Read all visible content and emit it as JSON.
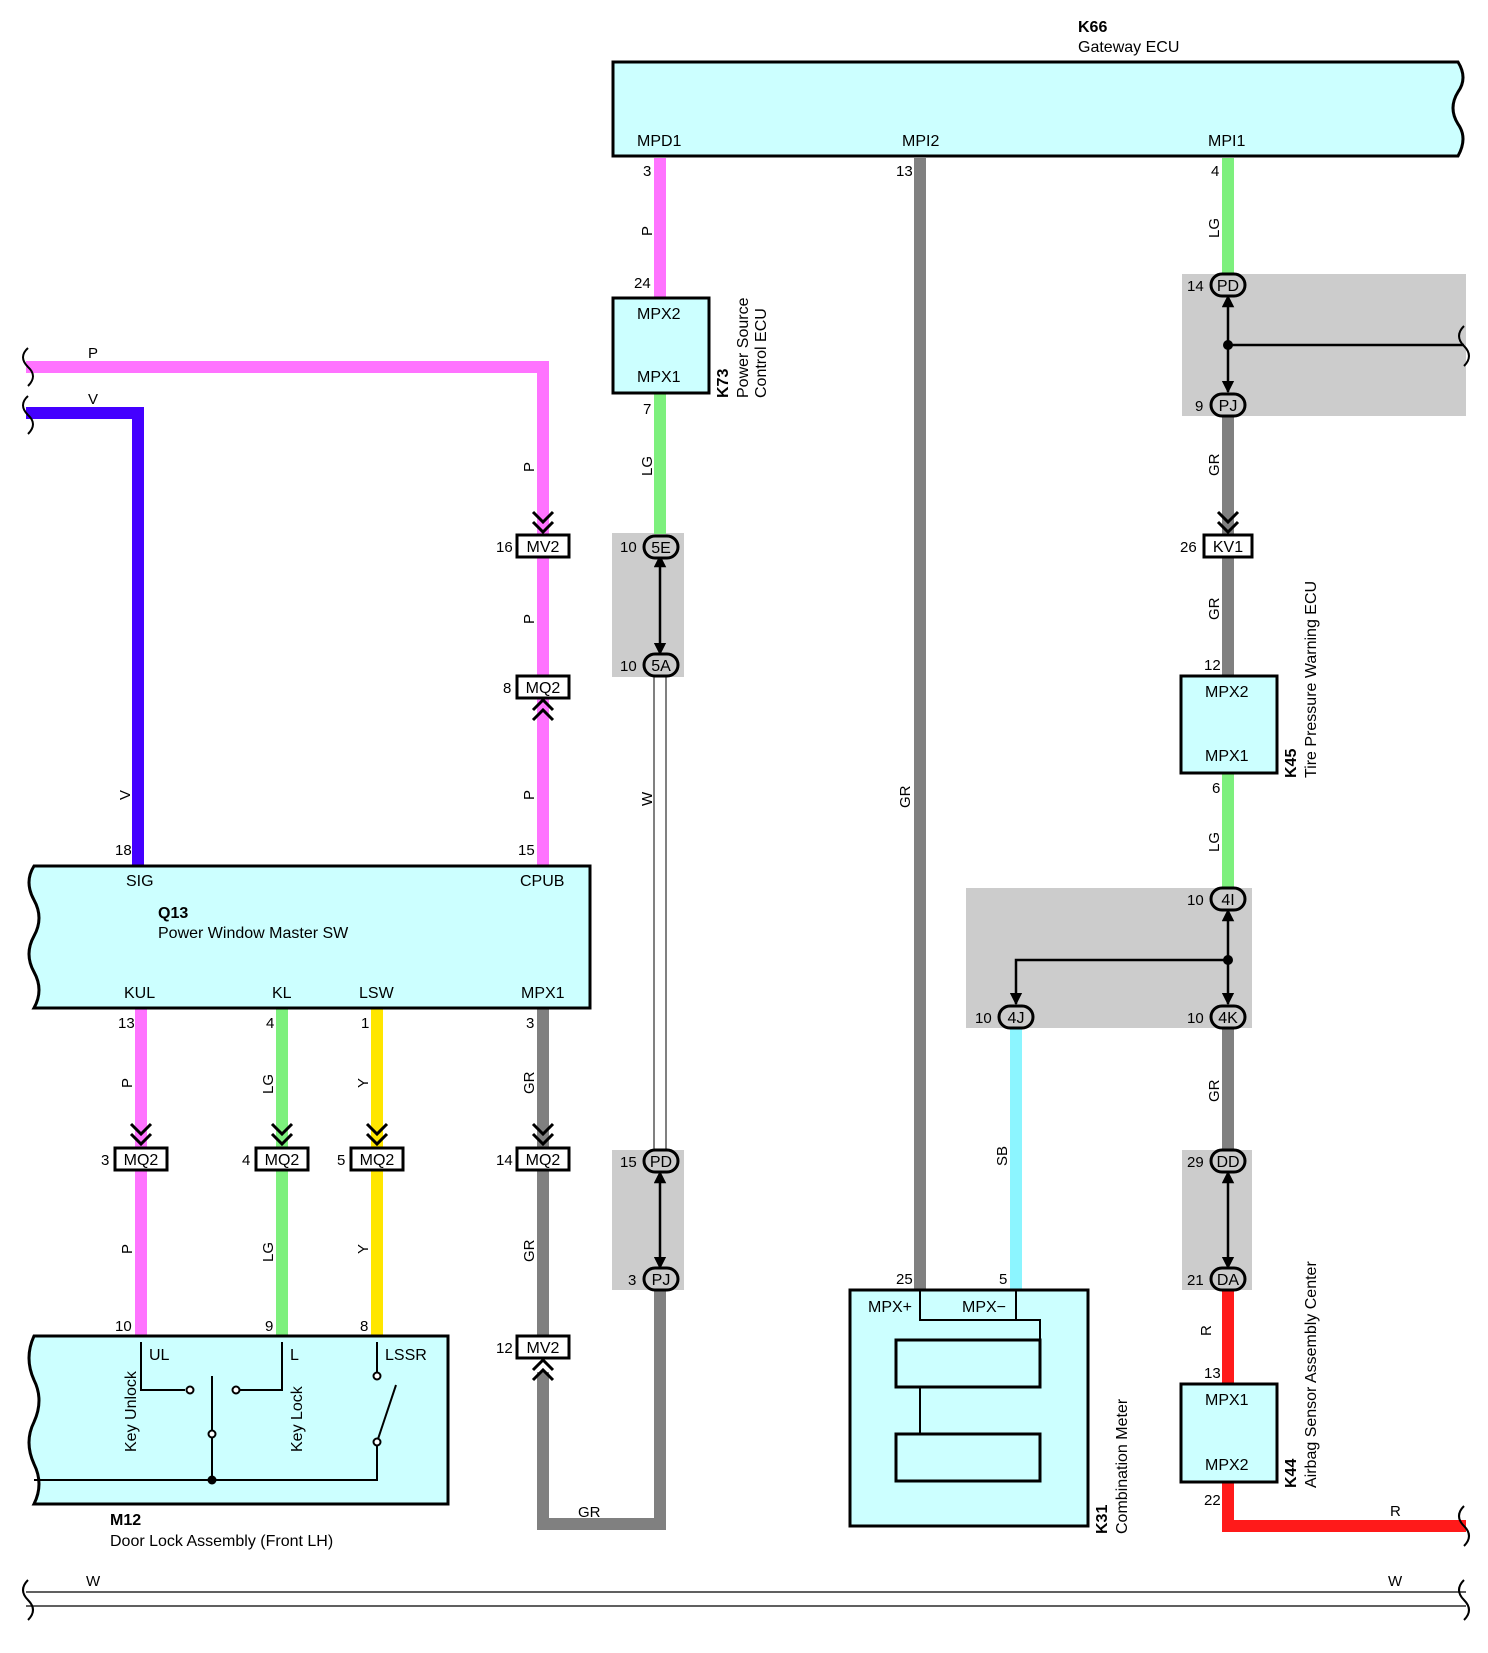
{
  "colors": {
    "pink": "#ff73ff",
    "violet": "#4400ff",
    "light_green": "#7df07d",
    "yellow": "#ffe600",
    "gray": "#808080",
    "sky_blue": "#8cf5ff",
    "red": "#ff1a1a",
    "component_fill": "#ccffff",
    "junction_fill": "#cccccc"
  },
  "components": {
    "k66": {
      "id": "K66",
      "name": "Gateway ECU",
      "pin_mpd1": "MPD1",
      "pin_mpi2": "MPI2",
      "pin_mpi1": "MPI1"
    },
    "k73": {
      "id": "K73",
      "name_line1": "Power Source",
      "name_line2": "Control ECU",
      "pin_mpx2": "MPX2",
      "pin_mpx1": "MPX1"
    },
    "q13": {
      "id": "Q13",
      "name": "Power Window Master SW",
      "pin_sig": "SIG",
      "pin_cpub": "CPUB",
      "pin_kul": "KUL",
      "pin_kl": "KL",
      "pin_lsw": "LSW",
      "pin_mpx1": "MPX1"
    },
    "m12": {
      "id": "M12",
      "name": "Door Lock Assembly (Front LH)",
      "pin_ul": "UL",
      "pin_l": "L",
      "pin_lssr": "LSSR",
      "switch_unlock": "Key Unlock",
      "switch_lock": "Key Lock"
    },
    "k45": {
      "id": "K45",
      "name": "Tire Pressure Warning ECU",
      "pin_mpx2": "MPX2",
      "pin_mpx1": "MPX1"
    },
    "k31": {
      "id": "K31",
      "name": "Combination Meter",
      "pin_mpxp": "MPX+",
      "pin_mpxm": "MPX−"
    },
    "k44": {
      "id": "K44",
      "name": "Airbag Sensor Assembly Center",
      "pin_mpx1": "MPX1",
      "pin_mpx2": "MPX2"
    }
  },
  "connectors": {
    "mv2_top": "MV2",
    "mq2_mid": "MQ2",
    "mq2_a": "MQ2",
    "mq2_b": "MQ2",
    "mq2_c": "MQ2",
    "mq2_d": "MQ2",
    "mv2_bot": "MV2",
    "kv1": "KV1"
  },
  "junctions": {
    "j5e": "5E",
    "j5a": "5A",
    "jpd_a": "PD",
    "jpj_a": "PJ",
    "jpd_b": "PD",
    "jpj_b": "PJ",
    "j4i": "4I",
    "j4j": "4J",
    "j4k": "4K",
    "jdd": "DD",
    "jda": "DA"
  },
  "pins": {
    "p3": "3",
    "p24": "24",
    "p7": "7",
    "p10a": "10",
    "p10b": "10",
    "p16": "16",
    "p8": "8",
    "p15": "15",
    "p18": "18",
    "p13": "13",
    "p4": "4",
    "p1": "1",
    "p3q": "3",
    "p3mq": "3",
    "p4mq": "4",
    "p5mq": "5",
    "p14mq": "14",
    "p10m": "10",
    "p9m": "9",
    "p8m": "8",
    "p12mv": "12",
    "p15pd": "15",
    "p3pj": "3",
    "p13k66": "13",
    "p25": "25",
    "p5": "5",
    "p4k66": "4",
    "p14pd": "14",
    "p9pj": "9",
    "p26": "26",
    "p12k45": "12",
    "p6k45": "6",
    "p10_4i": "10",
    "p10_4j": "10",
    "p10_4k": "10",
    "p29": "29",
    "p21": "21",
    "p13k44": "13",
    "p22": "22"
  },
  "wire_labels": {
    "top_p": "P",
    "top_v": "V",
    "mpd1_p": "P",
    "k73_lg": "LG",
    "w_mid": "W",
    "mv2_p_top": "P",
    "mv2_p_mid": "P",
    "q13_p": "P",
    "q13_v": "V",
    "kul_p": "P",
    "kl_lg": "LG",
    "lsw_y": "Y",
    "mpx1_gr": "GR",
    "m12_p": "P",
    "m12_lg": "LG",
    "m12_y": "Y",
    "mq2_gr": "GR",
    "bottom_gr": "GR",
    "mpi2_gr": "GR",
    "mpi1_lg": "LG",
    "pj_gr": "GR",
    "kv1_gr": "GR",
    "k45_lg": "LG",
    "j4k_gr": "GR",
    "sb": "SB",
    "r_top": "R",
    "r_bottom": "R",
    "bottom_w_left": "W",
    "bottom_w_right": "W"
  }
}
